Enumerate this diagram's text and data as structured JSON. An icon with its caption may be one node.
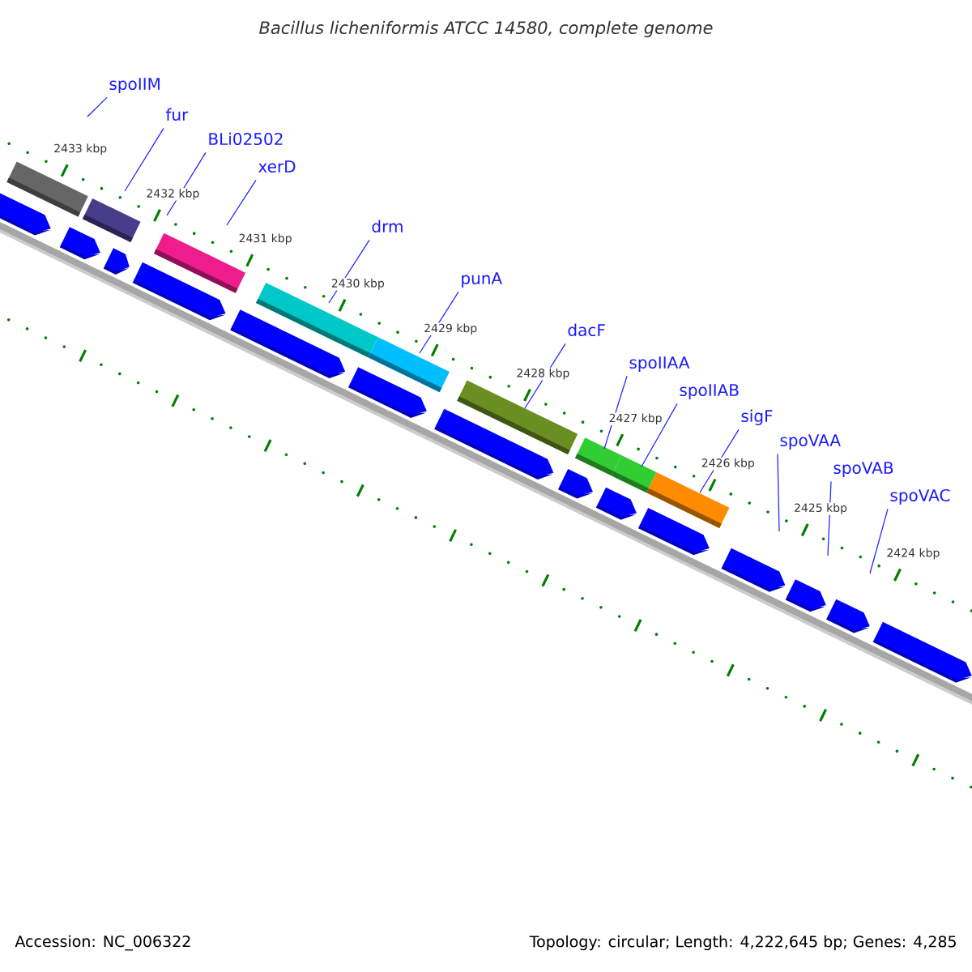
{
  "diagram": {
    "title": "Bacillus licheniformis ATCC 14580, complete genome",
    "nodes": [
      {
        "text": [
          "spoIIM"
        ]
      },
      {
        "text": [
          "fur"
        ]
      },
      {
        "text": [
          "BLi02502"
        ]
      },
      {
        "text": [
          "xerD"
        ]
      },
      {
        "text": [
          "drm"
        ]
      },
      {
        "text": [
          "punA"
        ]
      },
      {
        "text": [
          "dacF"
        ]
      },
      {
        "text": [
          "spoIIAA"
        ]
      },
      {
        "text": [
          "spoIIAB"
        ]
      },
      {
        "text": [
          "sigF"
        ]
      },
      {
        "text": [
          "spoVAA"
        ]
      },
      {
        "text": [
          "spoVAB"
        ]
      },
      {
        "text": [
          "spoVAC"
        ]
      }
    ],
    "edges": [
      {
        "from": 0,
        "to": null,
        "arrow": "none"
      },
      {
        "from": 1,
        "to": null,
        "arrow": "none"
      },
      {
        "from": 2,
        "to": null,
        "arrow": "none"
      },
      {
        "from": 3,
        "to": null,
        "arrow": "none"
      },
      {
        "from": 4,
        "to": null,
        "arrow": "none"
      },
      {
        "from": 5,
        "to": null,
        "arrow": "none"
      },
      {
        "from": 6,
        "to": null,
        "arrow": "none"
      },
      {
        "from": 7,
        "to": null,
        "arrow": "none"
      },
      {
        "from": 8,
        "to": null,
        "arrow": "none"
      },
      {
        "from": 9,
        "to": null,
        "arrow": "none"
      },
      {
        "from": 10,
        "to": null,
        "arrow": "none"
      },
      {
        "from": 11,
        "to": null,
        "arrow": "none"
      },
      {
        "from": 12,
        "to": null,
        "arrow": "none"
      }
    ],
    "labels": [
      "2433 kbp",
      "2432 kbp",
      "2431 kbp",
      "2430 kbp",
      "2429 kbp",
      "2428 kbp",
      "2427 kbp",
      "2426 kbp",
      "2425 kbp",
      "2424 kbp",
      "Accession: NC_006322",
      "Topology: circular; Length: 4,222,645 bp; Genes: 4,285"
    ]
  }
}
